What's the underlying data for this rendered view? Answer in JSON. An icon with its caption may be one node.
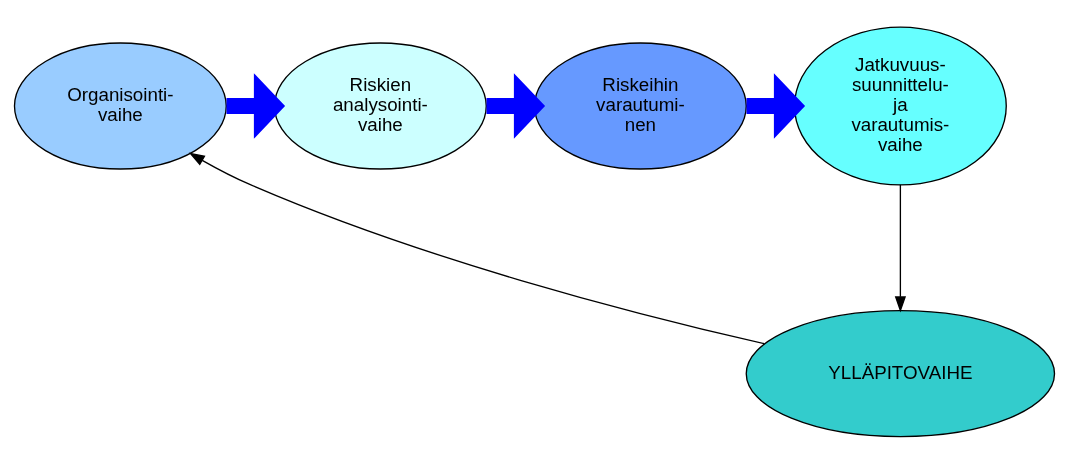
{
  "diagram": {
    "nodes": [
      {
        "text": [
          "Organisointi- vaihe"
        ]
      },
      {
        "text": [
          "Riskien analysointi- vaihe"
        ]
      },
      {
        "text": [
          "Riskeihin varautumi- nen"
        ]
      },
      {
        "text": [
          "Jatkuvuus- suunnittelu- ja varautumis- vaihe"
        ]
      },
      {
        "text": [
          "YLLÄPITOVAIHE"
        ]
      }
    ],
    "edges": [
      {
        "from": 0,
        "to": 1,
        "arrow": "to",
        "color": "#0000ff"
      },
      {
        "from": 1,
        "to": 2,
        "arrow": "to",
        "color": "#0000ff"
      },
      {
        "from": 2,
        "to": 3,
        "arrow": "to",
        "color": "#0000ff"
      },
      {
        "from": 3,
        "to": 4,
        "arrow": "to",
        "color": "#000000"
      },
      {
        "from": 4,
        "to": 0,
        "arrow": "to",
        "color": "#000000"
      }
    ]
  }
}
